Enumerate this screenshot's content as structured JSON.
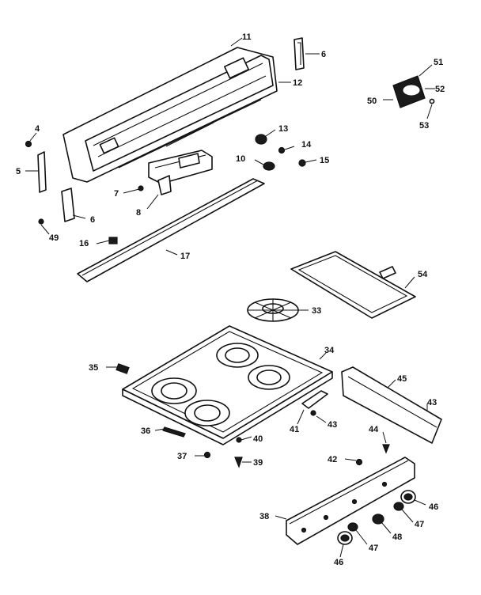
{
  "callouts": {
    "c11": "11",
    "c6a": "6",
    "c51": "51",
    "c12": "12",
    "c52": "52",
    "c50": "50",
    "c53": "53",
    "c4": "4",
    "c13": "13",
    "c14": "14",
    "c10": "10",
    "c15": "15",
    "c5": "5",
    "c7": "7",
    "c6b": "6",
    "c8": "8",
    "c49": "49",
    "c16": "16",
    "c17": "17",
    "c54": "54",
    "c33": "33",
    "c34": "34",
    "c35": "35",
    "c45": "45",
    "c43a": "43",
    "c41": "41",
    "c43b": "43",
    "c36": "36",
    "c40": "40",
    "c44": "44",
    "c37": "37",
    "c39": "39",
    "c42": "42",
    "c38": "38",
    "c46a": "46",
    "c47a": "47",
    "c48": "48",
    "c47b": "47",
    "c46b": "46"
  }
}
